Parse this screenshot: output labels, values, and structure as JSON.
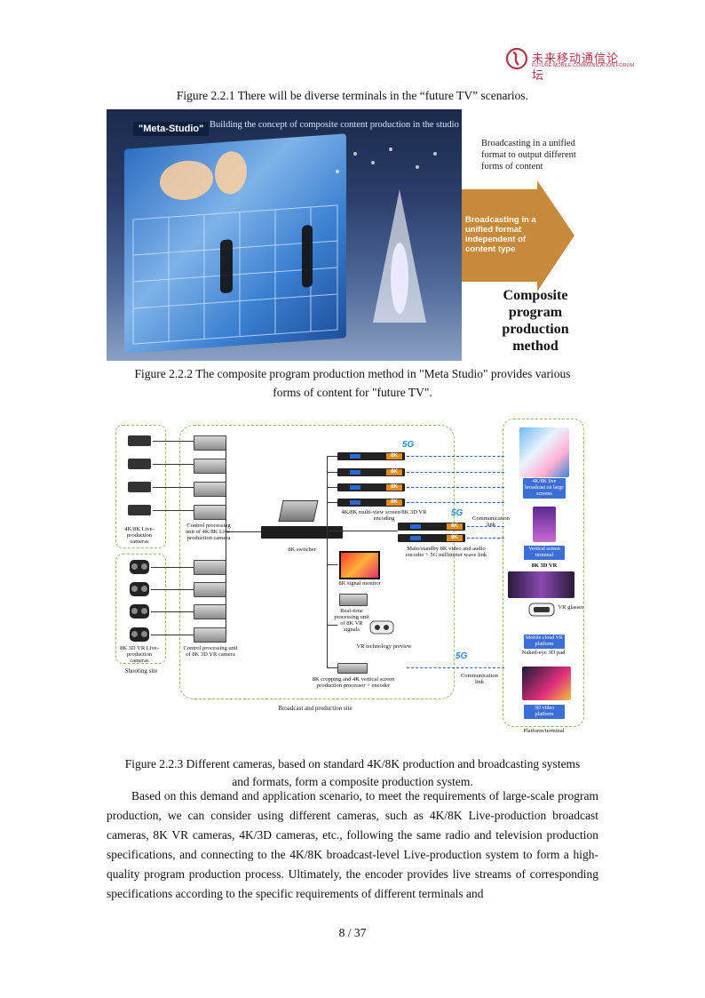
{
  "header": {
    "logo_cn": "未来移动通信论坛",
    "logo_en": "FUTURE MOBILE COMMUNICATION FORUM",
    "brand_color": "#b0344a"
  },
  "figure1": {
    "caption": "Figure 2.2.1 There will be diverse terminals in the “future TV” scenarios.",
    "studio_label": "\"Meta-Studio\"",
    "studio_tagline": "Building the concept of composite content production in the studio",
    "note": "Broadcasting in a unified format to output different forms of content",
    "arrow_text": "Broadcasting in a unified format independent of content type",
    "method_title": "Composite program production method",
    "arrow_color": "#c7893a"
  },
  "figure2": {
    "caption_line1": "Figure 2.2.2 The composite program production method in \"Meta Studio\" provides various",
    "caption_line2": "forms of content for \"future TV\".",
    "labels": {
      "cams_4k8k": "4K/8K Live-production cameras",
      "ctrl_4k8k": "Control processing unit of 4K/8K Live-production camera",
      "cams_vr": "8K 3D VR Live-production cameras",
      "ctrl_vr": "Control processing unit of 8K 3D VR camera",
      "shooting_site": "Shooting site",
      "switcher": "8K switcher",
      "multiview": "4K/8K multi-view screen/8K 3D VR encoding",
      "main_standby": "Main/standby 8K video and audio encoder + 5G millimeter wave link",
      "signal_monitor": "8K signal monitor",
      "realtime": "Real-time processing unit of 8K VR signals",
      "vr_preview": "VR technology preview",
      "cropping": "8K cropping and 4K vertical screen production processor + encoder",
      "broadcast_site": "Broadcast and production site",
      "comm_link1": "Communication link",
      "comm_link2": "Communication link",
      "large_screens": "4K/8K live broadcast on large screens",
      "vertical_terminal": "Vertical screen terminal",
      "vr_3d": "8K 3D VR",
      "vr_glasses": "VR glasses",
      "mobile_cloud": "Mobile cloud VR platform",
      "naked_eye": "Naked-eye 3D pad",
      "video_3d": "3D video platform",
      "platform_terminal": "Platform/terminal",
      "badge_8k": "8K",
      "badge_5g": "5G"
    },
    "accent_blue": "#3b6fd6",
    "accent_green": "#8fc06d",
    "accent_orange": "#e58b1c"
  },
  "figure3": {
    "caption_line1": "Figure 2.2.3 Different cameras, based on standard 4K/8K production and broadcasting systems",
    "caption_line2": "and formats, form a composite production system."
  },
  "body": {
    "paragraph": "Based on this demand and application scenario, to meet the requirements of large-scale program production, we can consider using different cameras, such as 4K/8K Live-production broadcast cameras, 8K VR cameras, 4K/3D cameras, etc., following the same radio and television production specifications, and connecting to the 4K/8K broadcast-level Live-production system to form a high-quality program production process. Ultimately, the encoder provides live streams of corresponding specifications according to the specific requirements of different terminals and"
  },
  "footer": {
    "page": "8 / 37"
  }
}
